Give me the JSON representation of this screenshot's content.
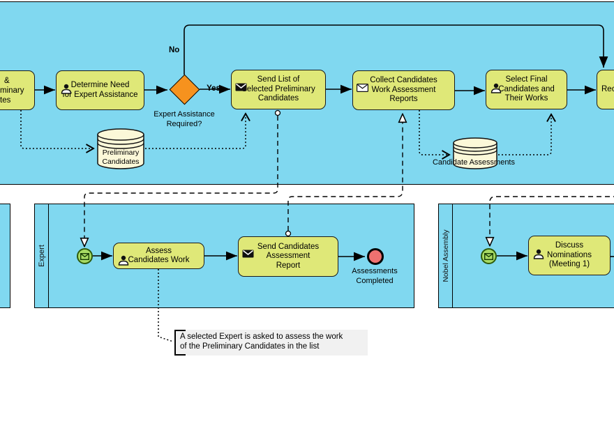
{
  "colors": {
    "pool-fill": "#80d8f0",
    "task-fill": "#dfe878",
    "gateway-fill": "#f6921e",
    "datastore-fill": "#fbf8d8",
    "start-fill": "#a8db64",
    "start-stroke": "#2c5b0d",
    "end-fill": "#ee7170",
    "line": "#000000",
    "annotation-bg": "#f1f1f1"
  },
  "top_pool": {
    "partial_left_task": {
      "line1": "&",
      "line2": "minary",
      "line3": "tes"
    },
    "determine_task": "Determine Need\nfor Expert Assistance",
    "no_label": "No",
    "yes_label": "Yes",
    "gateway_label": "Expert Assistance\nRequired?",
    "send_list_task": "Send List of\nSelected Preliminary\nCandidates",
    "collect_task": "Collect Candidates\nWork Assessment\nReports",
    "select_final_task": "Select Final\nCandidates and\nTheir Works",
    "partial_right_task": "Rec",
    "preliminary_store": "Preliminary\nCandidates",
    "assessments_store": "Candidate Assessments"
  },
  "expert_pool": {
    "label": "Expert",
    "assess_task": "Assess\nCandidates Work",
    "send_report_task": "Send Candidates\nAssessment\nReport",
    "end_event_label": "Assessments\nCompleted"
  },
  "nobel_pool": {
    "label": "Nobel Assembly",
    "discuss_task": "Discuss\nNominations\n(Meeting 1)"
  },
  "annotation_text": "A selected Expert is asked to assess the work\nof the Preliminary Candidates in the list"
}
